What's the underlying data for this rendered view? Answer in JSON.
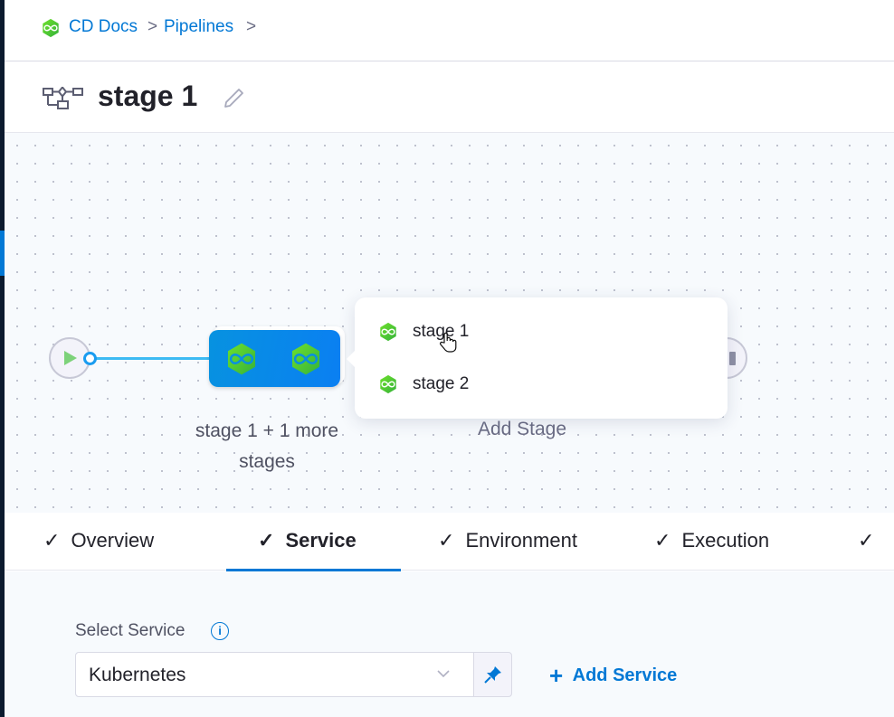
{
  "breadcrumb": {
    "items": [
      "CD Docs",
      "Pipelines"
    ],
    "separator": ">"
  },
  "title": {
    "text": "stage 1",
    "icon": "pipeline-stages-icon",
    "edit_icon": "pencil-icon"
  },
  "canvas": {
    "group_label_line1": "stage 1 + 1 more",
    "group_label_line2": "stages",
    "add_stage_label": "Add Stage",
    "popover": {
      "items": [
        {
          "label": "stage 1"
        },
        {
          "label": "stage 2"
        }
      ]
    }
  },
  "tabs": [
    {
      "label": "Overview",
      "active": false
    },
    {
      "label": "Service",
      "active": true
    },
    {
      "label": "Environment",
      "active": false
    },
    {
      "label": "Execution",
      "active": false
    },
    {
      "label": "",
      "active": false
    }
  ],
  "form": {
    "select_service_label": "Select Service",
    "select_service_value": "Kubernetes",
    "add_service_label": "Add Service"
  },
  "colors": {
    "accent": "#0278d5",
    "stage_green": "#4dc233",
    "dark_sidebar": "#0b1a2e"
  }
}
